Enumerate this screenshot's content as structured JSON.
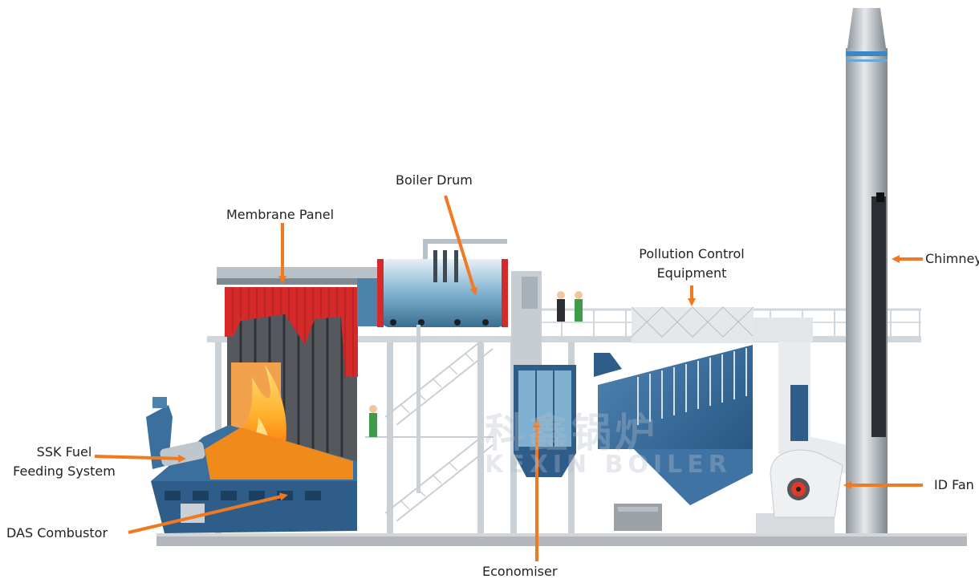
{
  "labels": {
    "boiler_drum": "Boiler Drum",
    "membrane_panel": "Membrane Panel",
    "pollution_control_line1": "Pollution Control",
    "pollution_control_line2": "Equipment",
    "chimney": "Chimney",
    "ssk_line1": "SSK Fuel",
    "ssk_line2": "Feeding System",
    "das_combustor": "DAS Combustor",
    "economiser": "Economiser",
    "id_fan": "ID Fan"
  },
  "watermark": {
    "chinese": "科鑫锅炉",
    "english": "KEXIN BOILER"
  },
  "colors": {
    "arrow": "#f07a22",
    "boiler_blue": "#2f5d8a",
    "membrane_red": "#d42a2a",
    "steel": "#b9bfc6",
    "flame": "#ff8a1a"
  }
}
